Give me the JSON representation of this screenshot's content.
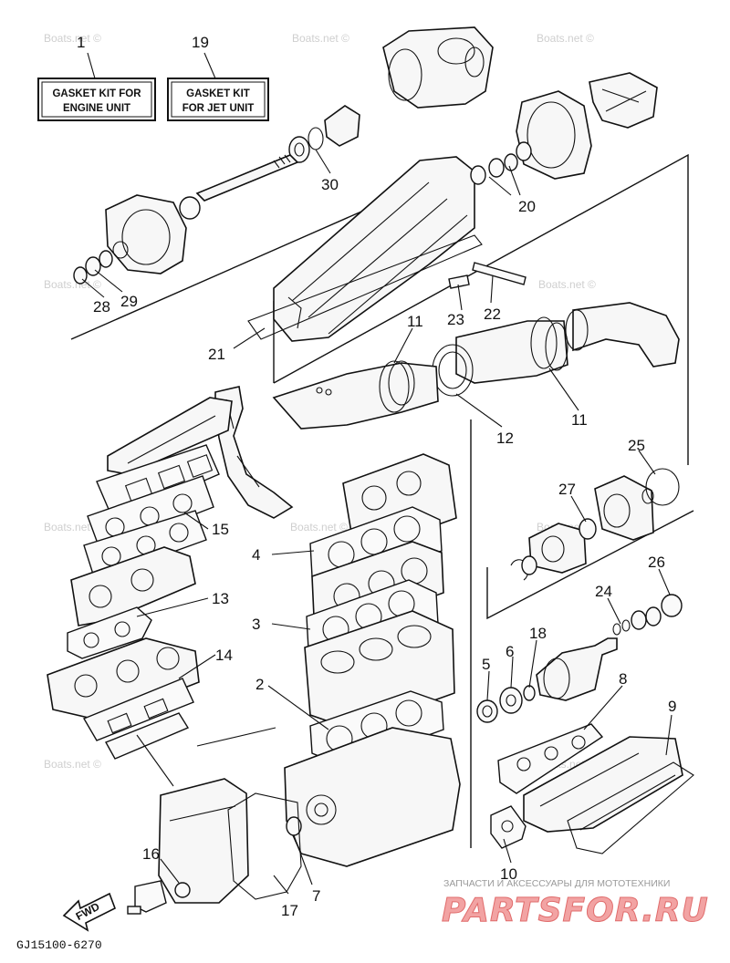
{
  "kits": [
    {
      "number": "1",
      "line1": "GASKET KIT FOR",
      "line2": "ENGINE UNIT"
    },
    {
      "number": "19",
      "line1": "GASKET KIT",
      "line2": "FOR JET UNIT"
    }
  ],
  "callouts": {
    "c2": "2",
    "c3": "3",
    "c4": "4",
    "c5": "5",
    "c6": "6",
    "c7": "7",
    "c8": "8",
    "c9": "9",
    "c10": "10",
    "c11a": "11",
    "c11b": "11",
    "c12": "12",
    "c13": "13",
    "c14": "14",
    "c15": "15",
    "c16": "16",
    "c17": "17",
    "c18": "18",
    "c20": "20",
    "c21": "21",
    "c22": "22",
    "c23": "23",
    "c24": "24",
    "c25": "25",
    "c26": "26",
    "c27": "27",
    "c28": "28",
    "c29": "29",
    "c30": "30"
  },
  "watermark": "Boats.net ©",
  "forward_label": "FWD",
  "diagram_code": "GJ15100-6270",
  "brand": {
    "tagline": "ЗАПЧАСТИ И АКСЕССУАРЫ ДЛЯ МОТОТЕХНИКИ",
    "name": "PARTSFOR.RU",
    "color": "#e06c6c"
  }
}
